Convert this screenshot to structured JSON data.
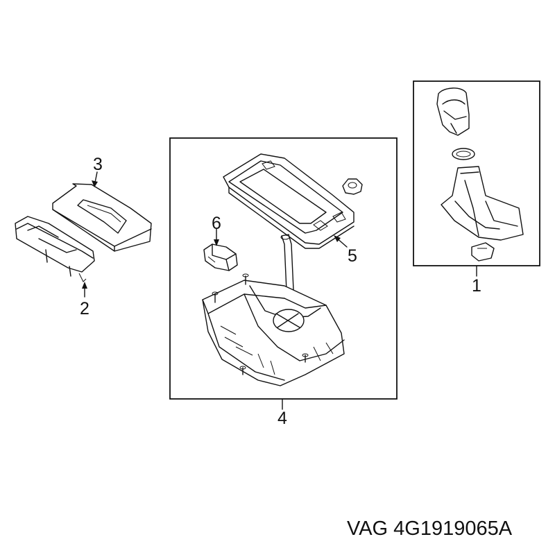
{
  "callouts": {
    "c1": "1",
    "c2": "2",
    "c3": "3",
    "c4": "4",
    "c5": "5",
    "c6": "6"
  },
  "footer": {
    "brand": "VAG",
    "part_number": "4G1919065A"
  }
}
